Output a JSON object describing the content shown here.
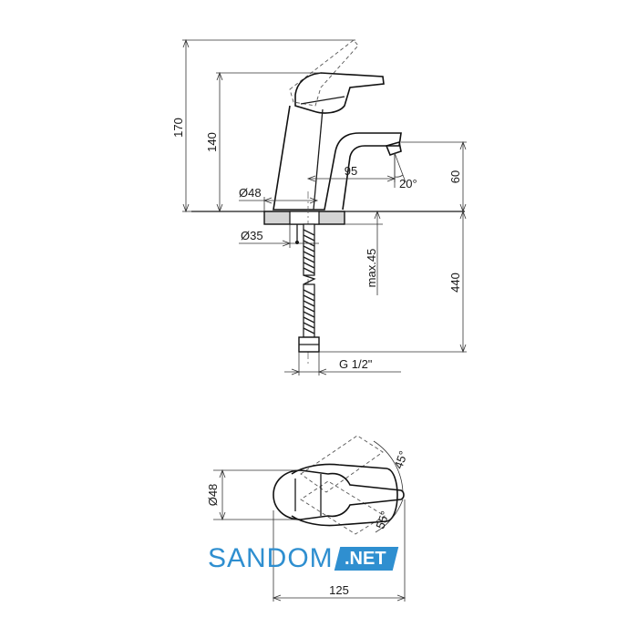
{
  "side_view": {
    "dims": {
      "overall_height": "170",
      "body_height": "140",
      "spout_reach": "95",
      "base_diameter": "Ø48",
      "hole_diameter": "Ø35",
      "spout_height": "60",
      "max_thickness": "max.45",
      "hose_length": "440",
      "thread": "G 1/2\"",
      "spout_angle": "20°"
    }
  },
  "top_view": {
    "dims": {
      "body_diameter": "Ø48",
      "length": "125",
      "angle_left": "45°",
      "angle_right": "55°"
    }
  },
  "brand": {
    "name": "SANDOM",
    "tld": ".NET",
    "color": "#2f8fd0"
  }
}
